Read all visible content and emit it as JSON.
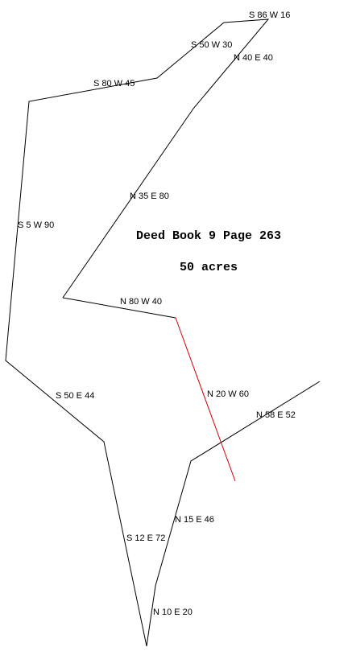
{
  "deed": {
    "title": "Deed Book 9 Page 263",
    "acreage": "50 acres"
  },
  "calls": [
    {
      "id": "s86w16",
      "text": "S 86 W 16"
    },
    {
      "id": "s50w30",
      "text": "S 50 W 30"
    },
    {
      "id": "n40e40",
      "text": "N 40 E 40"
    },
    {
      "id": "s80w45",
      "text": "S 80 W 45"
    },
    {
      "id": "n35e80",
      "text": "N 35 E 80"
    },
    {
      "id": "s5w90",
      "text": "S 5 W 90"
    },
    {
      "id": "n80w40",
      "text": "N 80 W 40"
    },
    {
      "id": "s50e44",
      "text": "S 50 E 44"
    },
    {
      "id": "n20w60",
      "text": "N 20 W 60"
    },
    {
      "id": "n58e52",
      "text": "N 58 E 52"
    },
    {
      "id": "n15e46",
      "text": "N 15 E 46"
    },
    {
      "id": "s12e72",
      "text": "S 12 E 72"
    },
    {
      "id": "n10e20",
      "text": "N 10 E 20"
    }
  ],
  "colors": {
    "boundary": "#000000",
    "adjoiner_red": "#cc0000",
    "background": "#ffffff"
  }
}
